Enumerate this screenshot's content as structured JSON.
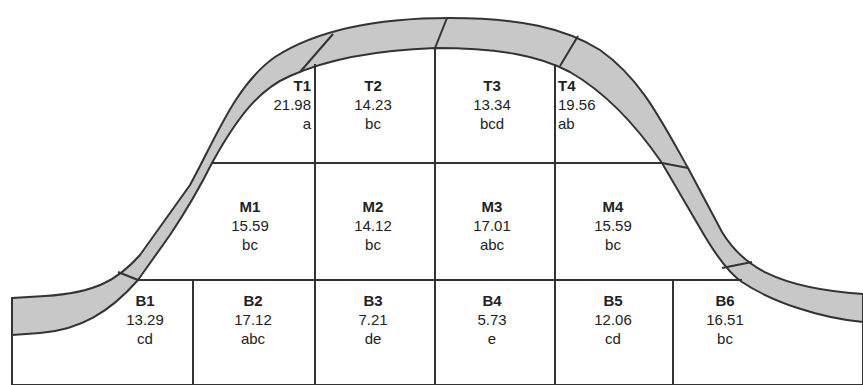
{
  "diagram": {
    "nodes": [
      {
        "text": [
          "T1",
          "21.98",
          "a"
        ]
      },
      {
        "text": [
          "T2",
          "14.23",
          "bc"
        ]
      },
      {
        "text": [
          "T3",
          "13.34",
          "bcd"
        ]
      },
      {
        "text": [
          "T4",
          "19.56",
          "ab"
        ]
      },
      {
        "text": [
          "M1",
          "15.59",
          "bc"
        ]
      },
      {
        "text": [
          "M2",
          "14.12",
          "bc"
        ]
      },
      {
        "text": [
          "M3",
          "17.01",
          "abc"
        ]
      },
      {
        "text": [
          "M4",
          "15.59",
          "bc"
        ]
      },
      {
        "text": [
          "B1",
          "13.29",
          "cd"
        ]
      },
      {
        "text": [
          "B2",
          "17.12",
          "abc"
        ]
      },
      {
        "text": [
          "B3",
          "7.21",
          "de"
        ]
      },
      {
        "text": [
          "B4",
          "5.73",
          "e"
        ]
      },
      {
        "text": [
          "B5",
          "12.06",
          "cd"
        ]
      },
      {
        "text": [
          "B6",
          "16.51",
          "bc"
        ]
      }
    ]
  }
}
